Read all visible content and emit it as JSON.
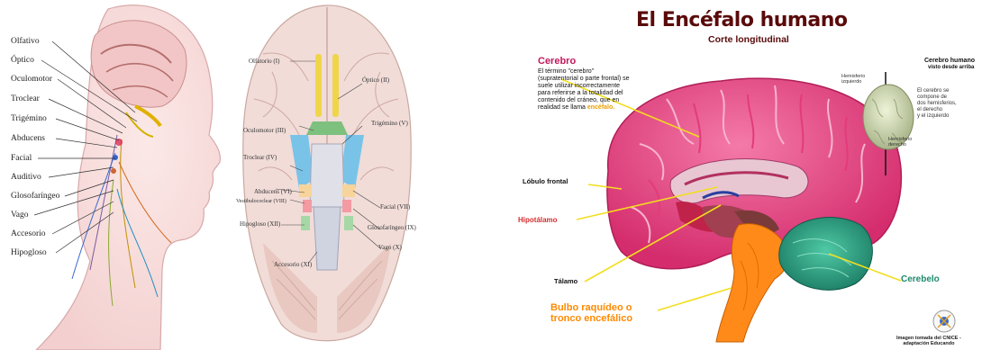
{
  "panel1": {
    "labels": [
      "Olfativo",
      "Óptico",
      "Oculomotor",
      "Troclear",
      "Trigémino",
      "Abducens",
      "Facial",
      "Auditivo",
      "Glosofaríngeo",
      "Vago",
      "Accesorio",
      "Hipogloso"
    ]
  },
  "panel2": {
    "labels": {
      "olfatorio": "Olfatorio (I)",
      "optico": "Óptico (II)",
      "oculomotor": "Oculomotor (III)",
      "trigemino": "Trigémino (V)",
      "troclear": "Troclear (IV)",
      "abducens": "Abducens (VI)",
      "vestibulococlear": "Vestibulococlear (VIII)",
      "facial": "Facial (VII)",
      "glosofaringeo": "Glosofaríngeo (IX)",
      "hipogloso": "Hipogloso (XII)",
      "vago": "Vago (X)",
      "accesorio": "Accesorio (XI)"
    }
  },
  "panel3": {
    "title": "El Encéfalo humano",
    "subtitle": "Corte longitudinal",
    "cerebro_heading": "Cerebro",
    "cerebro_text_1": "El término \"cerebro\"",
    "cerebro_text_2": "(supratentorial o parte frontal) se",
    "cerebro_text_3": "suele utilizar incorrectamente",
    "cerebro_text_4": "para referirse a la totalidad del",
    "cerebro_text_5": "contenido del cráneo, que en",
    "cerebro_text_6": "realidad se llama",
    "cerebro_text_highlight": "encéfalo.",
    "top_heading_1": "Cerebro humano",
    "top_heading_2": "visto desde arriba",
    "hem_izq_1": "Hemisferio",
    "hem_izq_2": "izquierdo",
    "hem_der_1": "Hemisferio",
    "hem_der_2": "derecho",
    "top_desc_1": "El cerebro se",
    "top_desc_2": "compone de",
    "top_desc_3": "dos hemisferios,",
    "top_desc_4": "el derecho",
    "top_desc_5": "y el izquierdo",
    "lobulo_frontal": "Lóbulo frontal",
    "hipotalamo": "Hipotálamo",
    "talamo": "Tálamo",
    "bulbo_1": "Bulbo raquídeo o",
    "bulbo_2": "tronco  encefálico",
    "cerebelo": "Cerebelo",
    "credit_1": "Imagen tomada del CNICE -",
    "credit_2": "adaptación Educando",
    "colors": {
      "title": "#5a0a0a",
      "cerebro": "#c2185b",
      "hipotalamo": "#d32f2f",
      "bulbo": "#ff8a00",
      "cerebelo": "#1e8a6e",
      "brain": "#e83f84"
    }
  }
}
